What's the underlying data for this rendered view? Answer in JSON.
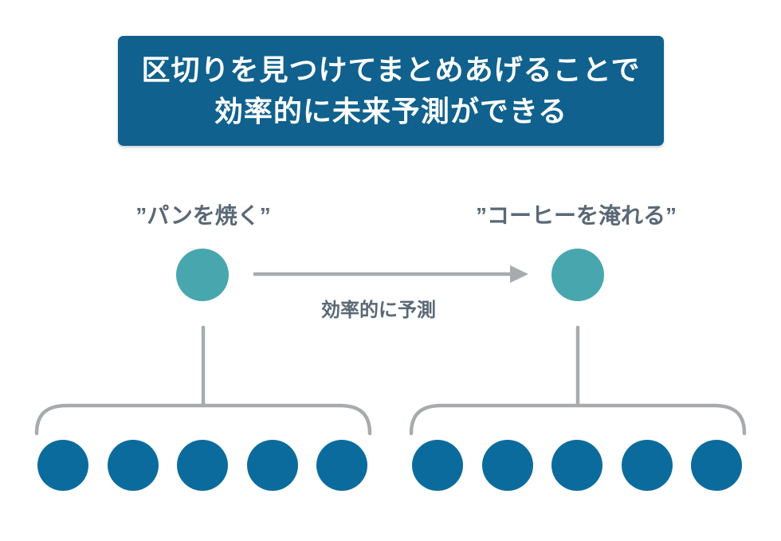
{
  "header": {
    "line1": "区切りを見つけてまとめあげることで",
    "line2": "効率的に未来予測ができる"
  },
  "arrow": {
    "label": "効率的に予測"
  },
  "groups": [
    {
      "side": "left",
      "label": "”パンを焼く”",
      "element_count": 5
    },
    {
      "side": "right",
      "label": "”コーヒーを淹れる”",
      "element_count": 5
    }
  ],
  "colors": {
    "banner_blue": "#10618d",
    "node_teal": "#48a6af",
    "dot_blue": "#0c6b9d",
    "connector_gray": "#a8abae",
    "label_slate": "#5a6876"
  }
}
